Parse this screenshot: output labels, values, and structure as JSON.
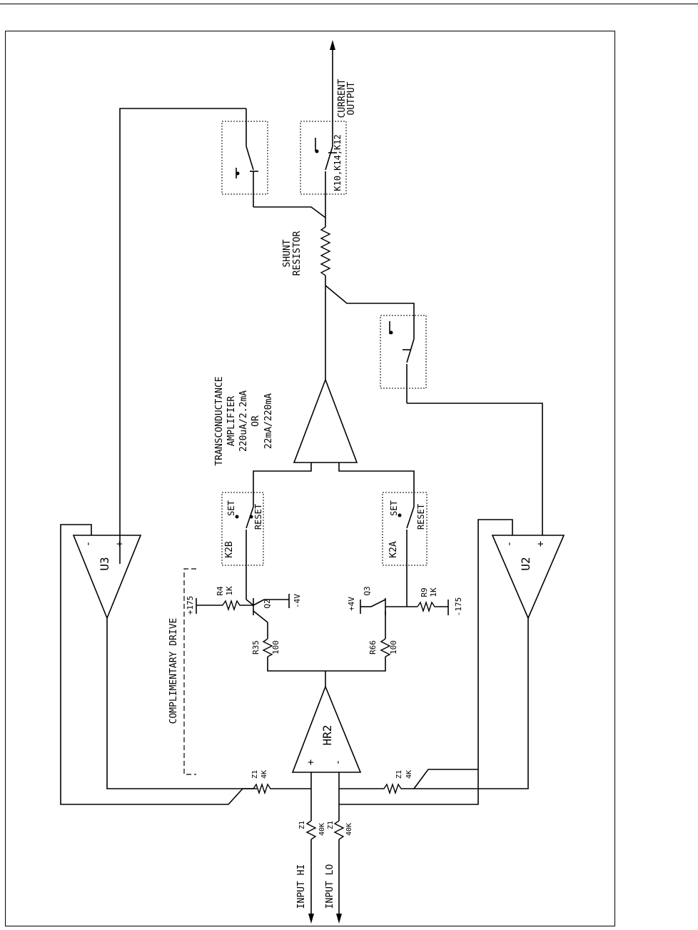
{
  "labels": {
    "current_output_1": "CURRENT",
    "current_output_2": "OUTPUT",
    "relay_k10": "K10,K14,K12",
    "shunt_1": "SHUNT",
    "shunt_2": "RESISTOR",
    "tc_1": "TRANSCONDUCTANCE",
    "tc_2": "AMPLIFIER",
    "tc_3": "220uA/2.2mA",
    "tc_4": "OR",
    "tc_5": "22mA/220mA",
    "k2b": "K2B",
    "k2b_set": "SET",
    "k2b_reset": "RESET",
    "k2a": "K2A",
    "k2a_set": "SET",
    "k2a_reset": "RESET",
    "u3": "U3",
    "u2": "U2",
    "hr2": "HR2",
    "plus": "+",
    "minus": "-",
    "r4": "R4",
    "r4_val": "1K",
    "r9": "R9",
    "r9_val": "1K",
    "q2": "Q2",
    "q3": "Q3",
    "v_p4": "+4V",
    "v_m4": "-4V",
    "v_p175": "+175",
    "v_m175": "-175",
    "r35": "R35",
    "r35_val": "100",
    "r66": "R66",
    "r66_val": "100",
    "comp_drive": "COMPLIMENTARY DRIVE",
    "z1": "Z1",
    "z1_4k": "4K",
    "z1_40k": "40K",
    "input_hi": "INPUT HI",
    "input_lo": "INPUT LO"
  }
}
